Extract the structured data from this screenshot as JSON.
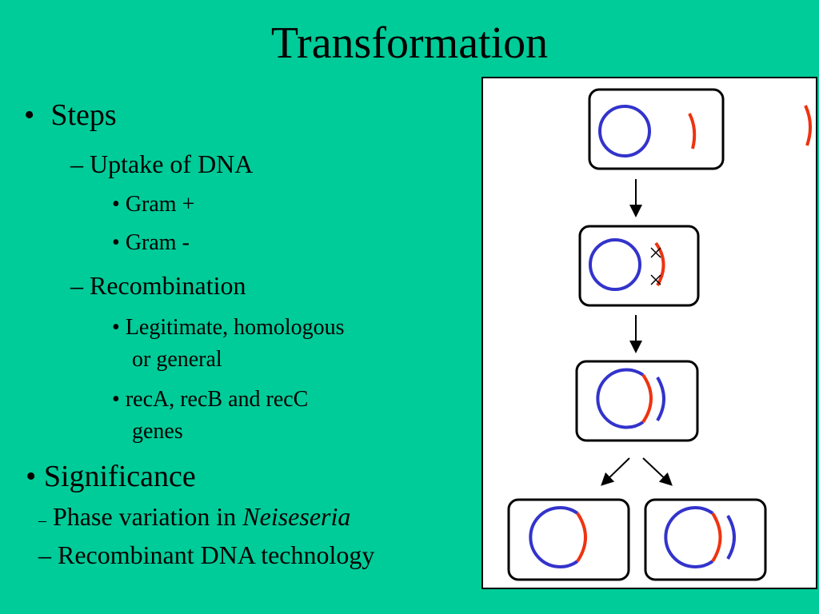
{
  "slide": {
    "title": "Transformation",
    "bullets": {
      "steps": "Steps",
      "uptake": "Uptake of DNA",
      "gram_pos": "Gram +",
      "gram_neg": "Gram -",
      "recombination": "Recombination",
      "legit_line1": "Legitimate, homologous",
      "legit_line2": "or general",
      "rec_line1": "recA, recB and recC",
      "rec_line2": "genes",
      "significance": "Significance",
      "phase_prefix": "Phase variation in ",
      "phase_italic": "Neiseseria",
      "recombinant": "Recombinant DNA technology"
    },
    "markers": {
      "bullet": "•",
      "dash": "–"
    }
  },
  "diagram": {
    "colors": {
      "chromosome": "#3333CC",
      "donor_dna": "#EE3311",
      "outline": "#000000",
      "panel_bg": "#FFFFFF"
    }
  }
}
